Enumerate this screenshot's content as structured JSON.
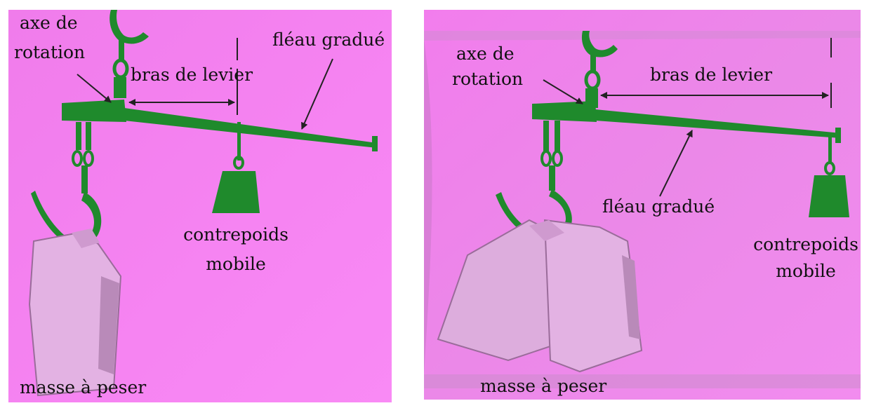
{
  "colors": {
    "background": "#f580f0",
    "background_dark": "#c478c4",
    "balance": "#1f8a2c",
    "balance_dark": "#146b1f",
    "container": "#e3b2e3",
    "container_edge": "#9a6c9a",
    "arrow": "#222222"
  },
  "left": {
    "axe_line1": "axe de",
    "axe_line2": "rotation",
    "bras": "bras de levier",
    "fleau": "fléau gradué",
    "contre_line1": "contrepoids",
    "contre_line2": "mobile",
    "masse": "masse à peser"
  },
  "right": {
    "axe_line1": "axe de",
    "axe_line2": "rotation",
    "bras": "bras de levier",
    "fleau": "fléau gradué",
    "contre_line1": "contrepoids",
    "contre_line2": "mobile",
    "masse": "masse à peser"
  }
}
